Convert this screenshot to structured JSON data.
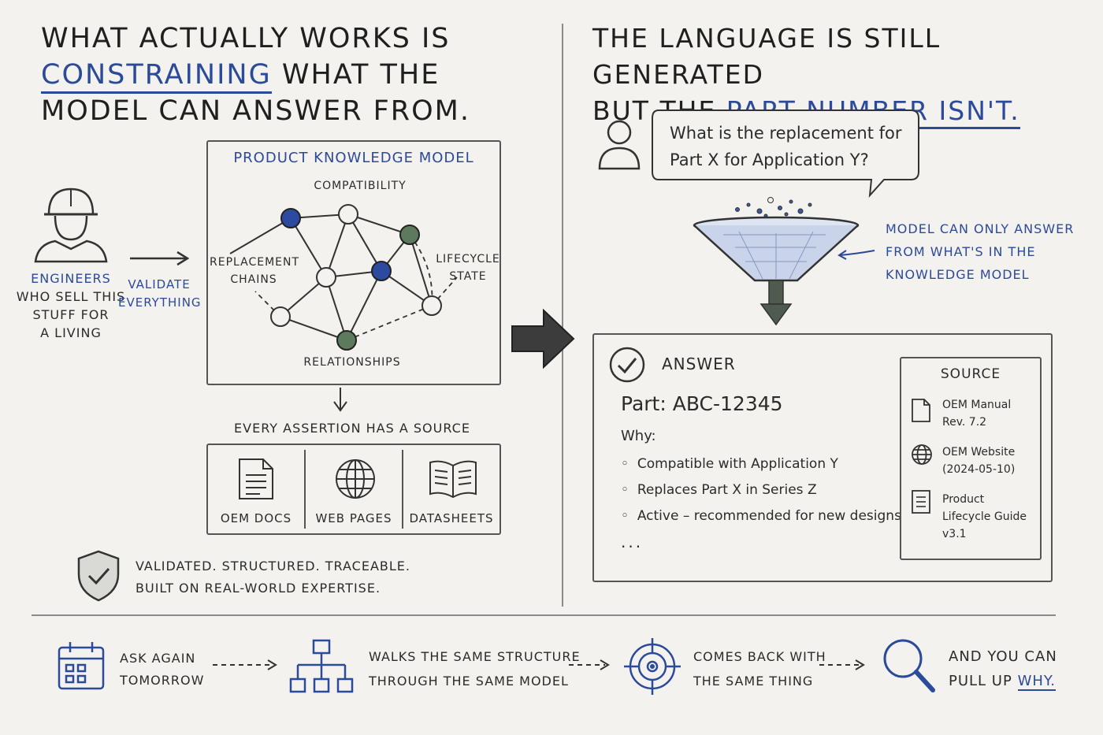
{
  "left": {
    "title_line1": "What actually works is",
    "title_hl": "constraining",
    "title_line2_rest": "what the",
    "title_line3": "model can answer from.",
    "engineers_title": "Engineers",
    "engineers_sub": [
      "who sell this",
      "stuff for",
      "a living"
    ],
    "validate": [
      "Validate",
      "everything"
    ],
    "pkm": {
      "title": "Product Knowledge Model",
      "compatibility": "Compatibility",
      "replacement": [
        "Replacement",
        "chains"
      ],
      "lifecycle": [
        "Lifecycle",
        "state"
      ],
      "relationships": "Relationships"
    },
    "every_assertion": "Every assertion has a source",
    "sources": [
      "OEM Docs",
      "Web Pages",
      "Datasheets"
    ],
    "shield_text": [
      "Validated. Structured. Traceable.",
      "Built on real-world expertise."
    ]
  },
  "right": {
    "title_line1": "The language is still generated",
    "title_line2_pre": "but the",
    "title_hl": "part number isn't.",
    "question": [
      "What is the replacement for",
      "Part X for Application Y?"
    ],
    "funnel_note": [
      "Model can only answer",
      "from what's in the",
      "knowledge model"
    ],
    "answer": {
      "heading": "Answer",
      "part_label": "Part:",
      "part_value": "ABC-12345",
      "why": "Why:",
      "bullets": [
        "Compatible with Application Y",
        "Replaces Part X in Series Z",
        "Active – recommended for new designs"
      ],
      "ellipsis": "..."
    },
    "source": {
      "heading": "Source",
      "items": [
        [
          "OEM Manual",
          "Rev. 7.2"
        ],
        [
          "OEM Website",
          "(2024-05-10)"
        ],
        [
          "Product",
          "Lifecycle Guide",
          "v3.1"
        ]
      ]
    }
  },
  "bottom": {
    "step1": [
      "Ask again",
      "tomorrow"
    ],
    "step2": [
      "Walks the same structure",
      "through the same model"
    ],
    "step3": [
      "Comes back with",
      "the same thing"
    ],
    "step4_line1": "And you can",
    "step4_pre": "pull up",
    "step4_hl": "why."
  },
  "colors": {
    "accent_blue": "#2c4a9a",
    "node_blue": "#2b4aa0",
    "node_green": "#5e7a5c",
    "ink": "#2b2b2b",
    "paper": "#f3f2ee"
  }
}
